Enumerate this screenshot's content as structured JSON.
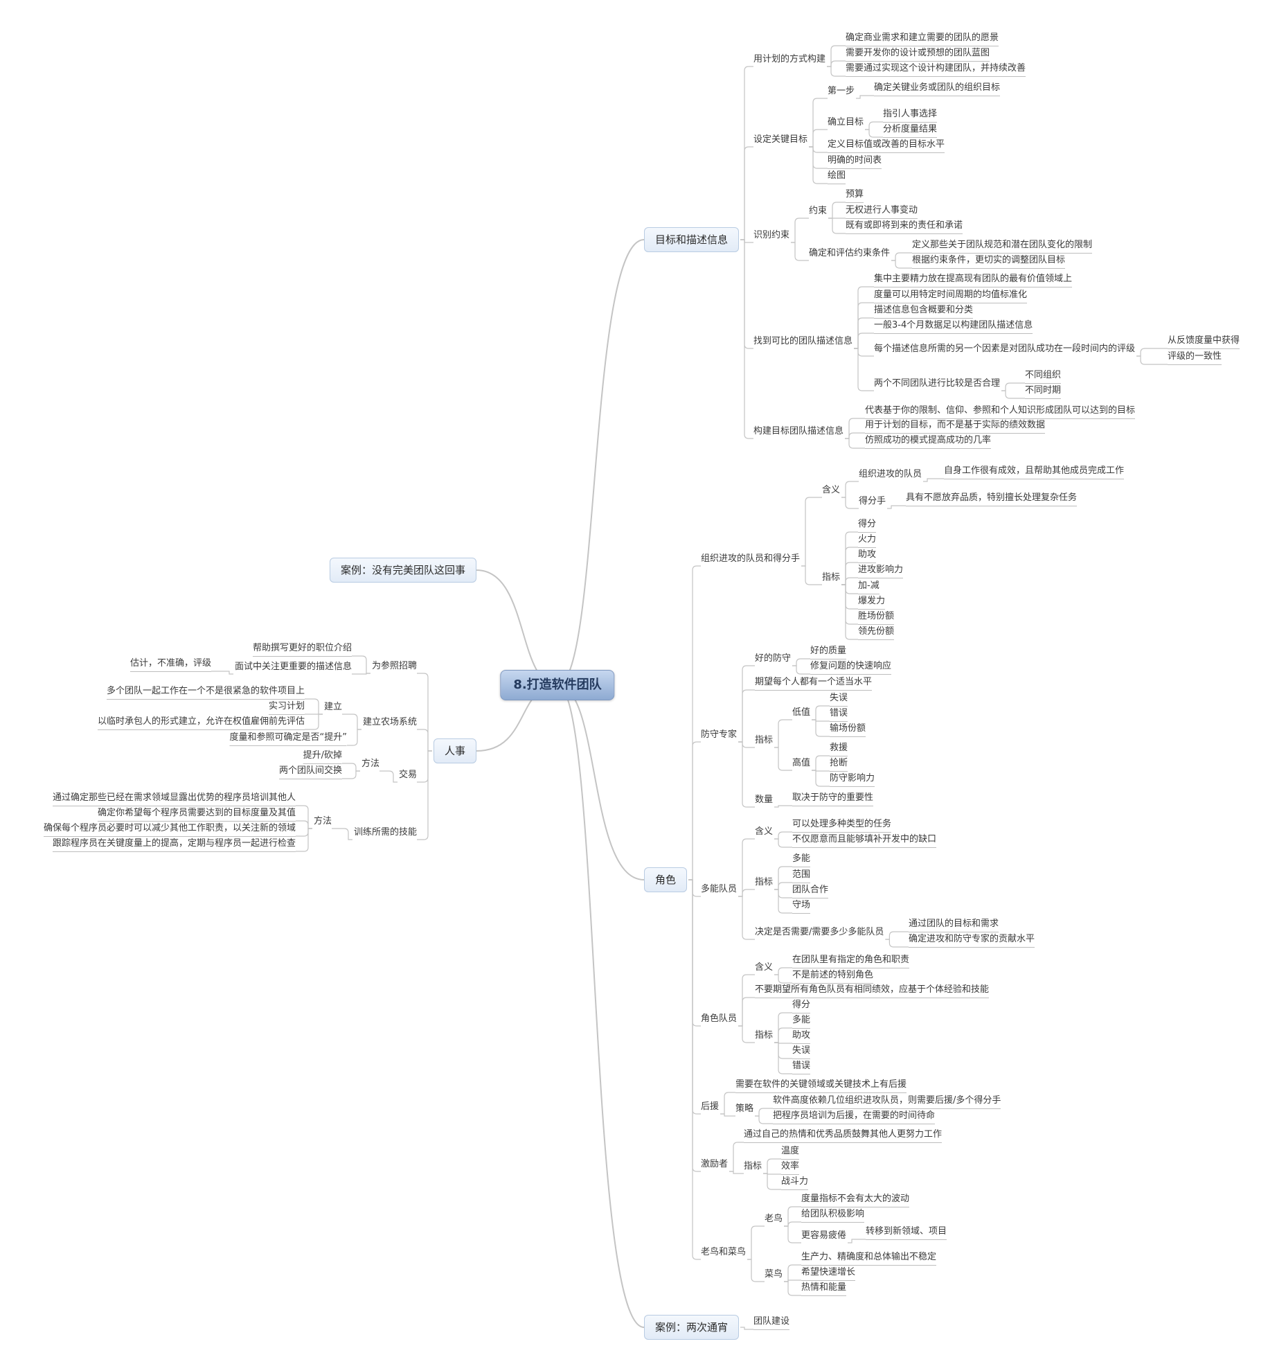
{
  "root": {
    "text": "8.打造软件团队",
    "right": [
      {
        "text": "目标和描述信息",
        "children": [
          {
            "text": "用计划的方式构建",
            "children": [
              {
                "text": "确定商业需求和建立需要的团队的愿景"
              },
              {
                "text": "需要开发你的设计或预想的团队蓝图"
              },
              {
                "text": "需要通过实现这个设计构建团队，并持续改善"
              }
            ]
          },
          {
            "text": "设定关键目标",
            "children": [
              {
                "text": "第一步",
                "children": [
                  {
                    "text": "确定关键业务或团队的组织目标"
                  }
                ]
              },
              {
                "text": "确立目标",
                "children": [
                  {
                    "text": "指引人事选择"
                  },
                  {
                    "text": "分析度量结果"
                  }
                ]
              },
              {
                "text": "定义目标值或改善的目标水平"
              },
              {
                "text": "明确的时间表"
              },
              {
                "text": "绘图"
              }
            ]
          },
          {
            "text": "识别约束",
            "children": [
              {
                "text": "约束",
                "children": [
                  {
                    "text": "预算"
                  },
                  {
                    "text": "无权进行人事变动"
                  },
                  {
                    "text": "既有或即将到来的责任和承诺"
                  }
                ]
              },
              {
                "text": "确定和评估约束条件",
                "children": [
                  {
                    "text": "定义那些关于团队规范和潜在团队变化的限制"
                  },
                  {
                    "text": "根据约束条件，更切实的调整团队目标"
                  }
                ]
              }
            ]
          },
          {
            "text": "找到可比的团队描述信息",
            "children": [
              {
                "text": "集中主要精力放在提高现有团队的最有价值领域上"
              },
              {
                "text": "度量可以用特定时间周期的均值标准化"
              },
              {
                "text": "描述信息包含概要和分类"
              },
              {
                "text": "一般3-4个月数据足以构建团队描述信息"
              },
              {
                "text": "每个描述信息所需的另一个因素是对团队成功在一段时间内的评级",
                "children": [
                  {
                    "text": "从反馈度量中获得"
                  },
                  {
                    "text": "评级的一致性"
                  }
                ]
              },
              {
                "text": "两个不同团队进行比较是否合理",
                "children": [
                  {
                    "text": "不同组织"
                  },
                  {
                    "text": "不同时期"
                  }
                ]
              }
            ]
          },
          {
            "text": "构建目标团队描述信息",
            "children": [
              {
                "text": "代表基于你的限制、信仰、参照和个人知识形成团队可以达到的目标"
              },
              {
                "text": "用于计划的目标，而不是基于实际的绩效数据"
              },
              {
                "text": "仿照成功的模式提高成功的几率"
              }
            ]
          }
        ]
      },
      {
        "text": "角色",
        "children": [
          {
            "text": "组织进攻的队员和得分手",
            "children": [
              {
                "text": "含义",
                "children": [
                  {
                    "text": "组织进攻的队员",
                    "children": [
                      {
                        "text": "自身工作很有成效，且帮助其他成员完成工作"
                      }
                    ]
                  },
                  {
                    "text": "得分手",
                    "children": [
                      {
                        "text": "具有不愿放弃品质，特别擅长处理复杂任务"
                      }
                    ]
                  }
                ]
              },
              {
                "text": "指标",
                "children": [
                  {
                    "text": "得分"
                  },
                  {
                    "text": "火力"
                  },
                  {
                    "text": "助攻"
                  },
                  {
                    "text": "进攻影响力"
                  },
                  {
                    "text": "加-减"
                  },
                  {
                    "text": "爆发力"
                  },
                  {
                    "text": "胜场份额"
                  },
                  {
                    "text": "领先份额"
                  }
                ]
              }
            ]
          },
          {
            "text": "防守专家",
            "children": [
              {
                "text": "好的防守",
                "children": [
                  {
                    "text": "好的质量"
                  },
                  {
                    "text": "修复问题的快速响应"
                  }
                ]
              },
              {
                "text": "期望每个人都有一个适当水平"
              },
              {
                "text": "指标",
                "children": [
                  {
                    "text": "低值",
                    "children": [
                      {
                        "text": "失误"
                      },
                      {
                        "text": "错误"
                      },
                      {
                        "text": "输场份额"
                      }
                    ]
                  },
                  {
                    "text": "高值",
                    "children": [
                      {
                        "text": "救援"
                      },
                      {
                        "text": "抢断"
                      },
                      {
                        "text": "防守影响力"
                      }
                    ]
                  }
                ]
              },
              {
                "text": "数量",
                "children": [
                  {
                    "text": "取决于防守的重要性"
                  }
                ]
              }
            ]
          },
          {
            "text": "多能队员",
            "children": [
              {
                "text": "含义",
                "children": [
                  {
                    "text": "可以处理多种类型的任务"
                  },
                  {
                    "text": "不仅愿意而且能够填补开发中的缺口"
                  }
                ]
              },
              {
                "text": "指标",
                "children": [
                  {
                    "text": "多能"
                  },
                  {
                    "text": "范围"
                  },
                  {
                    "text": "团队合作"
                  },
                  {
                    "text": "守场"
                  }
                ]
              },
              {
                "text": "决定是否需要/需要多少多能队员",
                "children": [
                  {
                    "text": "通过团队的目标和需求"
                  },
                  {
                    "text": "确定进攻和防守专家的贡献水平"
                  }
                ]
              }
            ]
          },
          {
            "text": "角色队员",
            "children": [
              {
                "text": "含义",
                "children": [
                  {
                    "text": "在团队里有指定的角色和职责"
                  },
                  {
                    "text": "不是前述的特别角色"
                  }
                ]
              },
              {
                "text": "不要期望所有角色队员有相同绩效，应基于个体经验和技能"
              },
              {
                "text": "指标",
                "children": [
                  {
                    "text": "得分"
                  },
                  {
                    "text": "多能"
                  },
                  {
                    "text": "助攻"
                  },
                  {
                    "text": "失误"
                  },
                  {
                    "text": "错误"
                  }
                ]
              }
            ]
          },
          {
            "text": "后援",
            "children": [
              {
                "text": "需要在软件的关键领域或关键技术上有后援"
              },
              {
                "text": "策略",
                "children": [
                  {
                    "text": "软件高度依赖几位组织进攻队员，则需要后援/多个得分手"
                  },
                  {
                    "text": "把程序员培训为后援，在需要的时间待命"
                  }
                ]
              }
            ]
          },
          {
            "text": "激励者",
            "children": [
              {
                "text": "通过自己的热情和优秀品质鼓舞其他人更努力工作"
              },
              {
                "text": "指标",
                "children": [
                  {
                    "text": "温度"
                  },
                  {
                    "text": "效率"
                  },
                  {
                    "text": "战斗力"
                  }
                ]
              }
            ]
          },
          {
            "text": "老鸟和菜鸟",
            "children": [
              {
                "text": "老鸟",
                "children": [
                  {
                    "text": "度量指标不会有太大的波动"
                  },
                  {
                    "text": "给团队积极影响"
                  },
                  {
                    "text": "更容易疲倦",
                    "children": [
                      {
                        "text": "转移到新领域、项目"
                      }
                    ]
                  }
                ]
              },
              {
                "text": "菜鸟",
                "children": [
                  {
                    "text": "生产力、精确度和总体输出不稳定"
                  },
                  {
                    "text": "希望快速增长"
                  },
                  {
                    "text": "热情和能量"
                  }
                ]
              }
            ]
          }
        ]
      },
      {
        "text": "案例：两次通宵",
        "children": [
          {
            "text": "团队建设"
          }
        ]
      }
    ],
    "left": [
      {
        "text": "案例：没有完美团队这回事"
      },
      {
        "text": "人事",
        "children": [
          {
            "text": "为参照招聘",
            "children": [
              {
                "text": "帮助撰写更好的职位介绍"
              },
              {
                "text": "面试中关注更重要的描述信息",
                "children": [
                  {
                    "text": "估计，不准确，评级"
                  }
                ]
              }
            ]
          },
          {
            "text": "建立农场系统",
            "children": [
              {
                "text": "建立",
                "children": [
                  {
                    "text": "多个团队一起工作在一个不是很紧急的软件项目上"
                  },
                  {
                    "text": "实习计划"
                  },
                  {
                    "text": "以临时承包人的形式建立，允许在权值雇佣前先评估"
                  }
                ]
              },
              {
                "text": "度量和参照可确定是否“提升”"
              }
            ]
          },
          {
            "text": "交易",
            "children": [
              {
                "text": "方法",
                "children": [
                  {
                    "text": "提升/砍掉"
                  },
                  {
                    "text": "两个团队间交换"
                  }
                ]
              }
            ]
          },
          {
            "text": "训练所需的技能",
            "children": [
              {
                "text": "方法",
                "children": [
                  {
                    "text": "通过确定那些已经在需求领域显露出优势的程序员培训其他人"
                  },
                  {
                    "text": "确定你希望每个程序员需要达到的目标度量及其值"
                  },
                  {
                    "text": "确保每个程序员必要时可以减少其他工作职责，以关注新的领域"
                  },
                  {
                    "text": "跟踪程序员在关键度量上的提高，定期与程序员一起进行检查"
                  }
                ]
              }
            ]
          }
        ]
      }
    ]
  }
}
